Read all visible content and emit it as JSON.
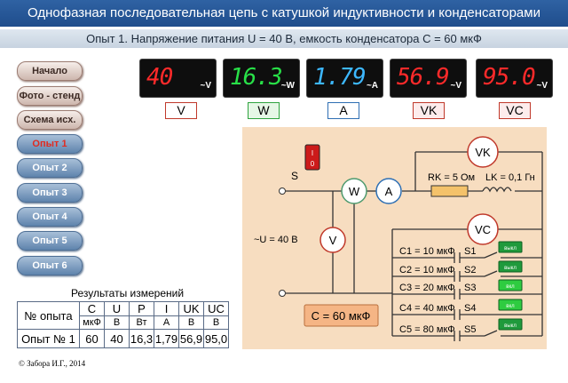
{
  "title": "Однофазная последовательная цепь с катушкой индуктивности и конденсаторами",
  "subtitle": "Опыт 1. Напряжение питания U = 40 В, емкость конденсатора С = 60 мкФ",
  "nav": {
    "main": [
      "Начало",
      "Фото - стенд",
      "Схема исх."
    ],
    "experiments": [
      "Опыт 1",
      "Опыт 2",
      "Опыт 3",
      "Опыт 4",
      "Опыт 5",
      "Опыт 6"
    ],
    "active_index": 0
  },
  "meters": [
    {
      "value": "40",
      "unit": "~V",
      "color": "#ff2a2a",
      "label": "V",
      "border": "#c0392b",
      "bg": "#ffffff"
    },
    {
      "value": "16.3",
      "unit": "~W",
      "color": "#28e048",
      "label": "W",
      "border": "#2fa33f",
      "bg": "#e6f7e6"
    },
    {
      "value": "1.79",
      "unit": "~A",
      "color": "#3db8ff",
      "label": "A",
      "border": "#2e6fb3",
      "bg": "#ffffff"
    },
    {
      "value": "56.9",
      "unit": "~V",
      "color": "#ff2a2a",
      "label": "VK",
      "border": "#c0392b",
      "bg": "#fdecec"
    },
    {
      "value": "95.0",
      "unit": "~V",
      "color": "#ff2a2a",
      "label": "VC",
      "border": "#c0392b",
      "bg": "#fdecec"
    }
  ],
  "circuit": {
    "S": "S",
    "supply": "~U = 40 В",
    "rk": "RK = 5 Ом",
    "lk": "LK = 0,1 Гн",
    "c_badge": "C = 60  мкФ",
    "meters": {
      "W": "W",
      "A": "A",
      "V": "V",
      "VK": "VK",
      "VC": "VC"
    },
    "switch_on": "I",
    "switch_off": "0",
    "capacitors": [
      {
        "label": "C1 = 10 мкФ",
        "switch": "S1",
        "button": "выкл"
      },
      {
        "label": "C2 = 10 мкФ",
        "switch": "S2",
        "button": "выкл"
      },
      {
        "label": "C3 = 20 мкФ",
        "switch": "S3",
        "button": "вкл"
      },
      {
        "label": "C4 = 40 мкФ",
        "switch": "S4",
        "button": "вкл"
      },
      {
        "label": "C5 = 80 мкФ",
        "switch": "S5",
        "button": "выкл"
      }
    ]
  },
  "results": {
    "title": "Результаты измерений",
    "header": [
      "№ опыта",
      "C",
      "U",
      "P",
      "I",
      "UK",
      "UC"
    ],
    "units": [
      "мкФ",
      "В",
      "Вт",
      "А",
      "В",
      "В"
    ],
    "rows": [
      [
        "Опыт № 1",
        "60",
        "40",
        "16,3",
        "1,79",
        "56,9",
        "95,0"
      ]
    ]
  },
  "copyright": "© Забора И.Г., 2014"
}
